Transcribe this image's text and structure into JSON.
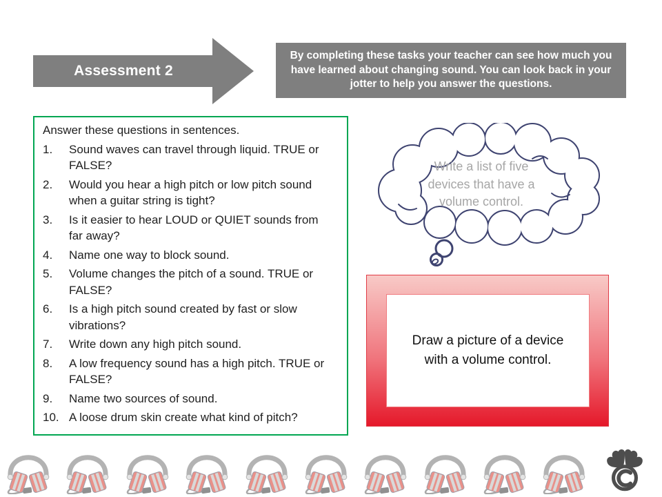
{
  "arrow": {
    "label": "Assessment 2"
  },
  "info_box": {
    "text": "By completing these tasks your teacher can see how much you have learned about changing sound. You can look back in your jotter to help you answer the questions."
  },
  "questions": {
    "intro": "Answer these questions in sentences.",
    "items": [
      {
        "num": "1.",
        "text": "Sound waves can travel through liquid. TRUE or FALSE?"
      },
      {
        "num": "2.",
        "text": "Would you hear a high pitch or low pitch sound when a guitar string is tight?"
      },
      {
        "num": "3.",
        "text": "Is it easier to hear LOUD or QUIET sounds from far away?"
      },
      {
        "num": "4.",
        "text": "Name one way to block sound."
      },
      {
        "num": "5.",
        "text": "Volume changes the pitch of a sound. TRUE or FALSE?"
      },
      {
        "num": "6.",
        "text": "Is a high pitch sound created by fast or slow vibrations?"
      },
      {
        "num": "7.",
        "text": "Write down any high pitch sound."
      },
      {
        "num": "8.",
        "text": "A low frequency sound has a high pitch. TRUE or FALSE?"
      },
      {
        "num": "9.",
        "text": "Name two sources of sound."
      },
      {
        "num": "10.",
        "text": "A loose drum skin create what kind of pitch?"
      }
    ]
  },
  "thought_bubble": {
    "text": "Write a list of five devices that have a volume control."
  },
  "draw_box": {
    "text": "Draw a picture of a device with a volume control."
  },
  "footer": {
    "headphone_icon": "headphones-icon",
    "headphone_count": 10,
    "logo_icon": "moose-copyright-icon"
  },
  "colors": {
    "title_gray": "#7F7F7F",
    "question_border_green": "#00A651",
    "cloud_outline_navy": "#3E4370",
    "cloud_text_gray": "#A6A6A6",
    "draw_box_red_top": "#F8CAC7",
    "draw_box_red_bottom": "#E5182A",
    "headphone_band_gray": "#B3B3B3",
    "headphone_cup_salmon": "#E8918A",
    "logo_gray": "#4D4D4D"
  }
}
